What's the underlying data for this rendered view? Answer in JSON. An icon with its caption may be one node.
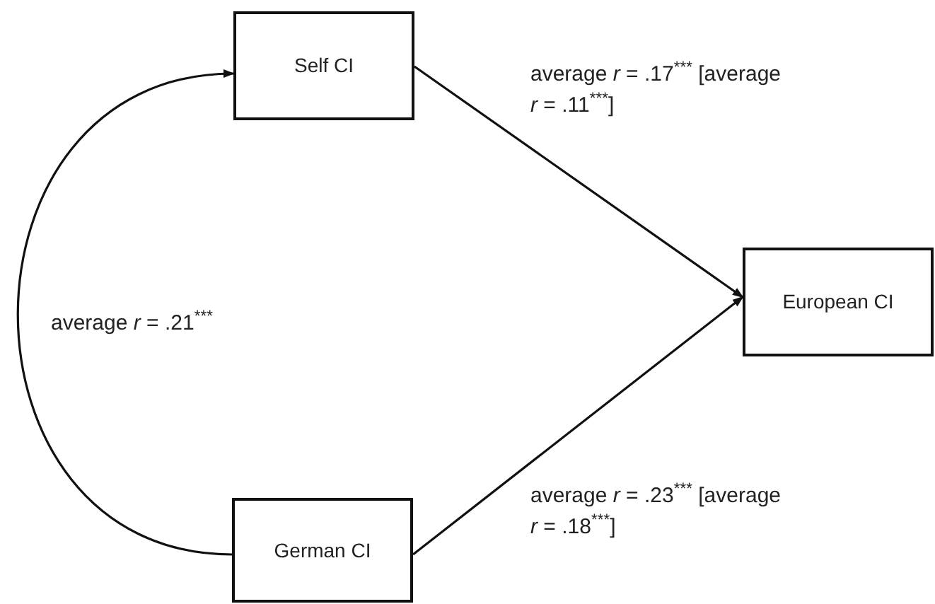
{
  "diagram": {
    "nodes": [
      {
        "text": [
          "Self CI"
        ]
      },
      {
        "text": [
          "European CI"
        ]
      },
      {
        "text": [
          "German CI"
        ]
      }
    ],
    "edges": [
      {
        "from": 2,
        "to": 0,
        "arrow": "to",
        "label": "average *r* = .21$^{***}$"
      },
      {
        "from": 0,
        "to": 1,
        "arrow": "to",
        "label": "average *r* = .17$^{***}$ [average *r* = .11$^{***}$]"
      },
      {
        "from": 2,
        "to": 1,
        "arrow": "to",
        "label": "average *r* = .23$^{***}$ [average *r* = .18$^{***}$]"
      }
    ]
  }
}
